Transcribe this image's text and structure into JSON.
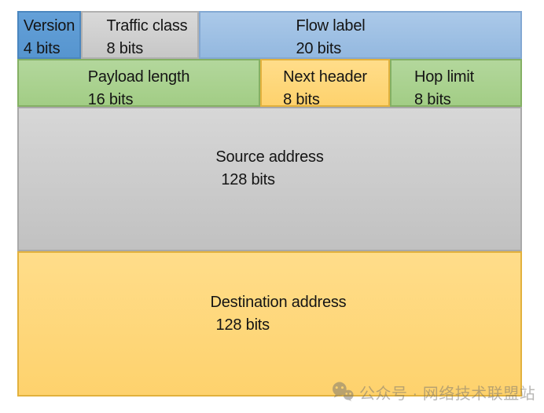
{
  "diagram": {
    "title_semantic": "IPv6 header fields",
    "fields": {
      "version": {
        "label": "Version",
        "bits": "4 bits"
      },
      "traffic_class": {
        "label": "Traffic class",
        "bits": "8 bits"
      },
      "flow_label": {
        "label": "Flow label",
        "bits": "20 bits"
      },
      "payload_length": {
        "label": "Payload length",
        "bits": "16 bits"
      },
      "next_header": {
        "label": "Next header",
        "bits": "8 bits"
      },
      "hop_limit": {
        "label": "Hop limit",
        "bits": "8 bits"
      },
      "source_address": {
        "label": "Source address",
        "bits": "128 bits"
      },
      "destination_address": {
        "label": "Destination address",
        "bits": "128 bits"
      }
    },
    "palette": {
      "version_blue": "#5b9bd5",
      "flow_label_blue": "#9dc3e6",
      "gray": "#cfcfcf",
      "green": "#a9d18e",
      "orange": "#ffd77c",
      "text": "#141414"
    }
  },
  "watermark": {
    "icon": "wechat-icon",
    "text": "公众号 · 网络技术联盟站"
  }
}
